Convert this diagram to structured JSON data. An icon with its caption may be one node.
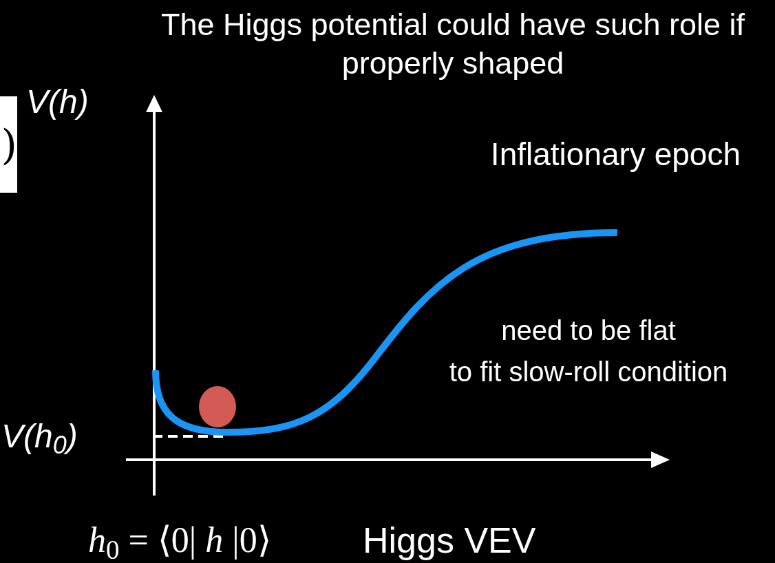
{
  "diagram": {
    "title": "The Higgs potential could have such role if properly shaped",
    "labels": [
      ")",
      "V(h)",
      "Inflationary epoch",
      "need to be flat",
      "to fit slow-roll condition",
      "V(h$_{0}$)",
      "*h*$_{0}$ = ⟨0| *h* |0⟩",
      "Higgs VEV"
    ]
  }
}
